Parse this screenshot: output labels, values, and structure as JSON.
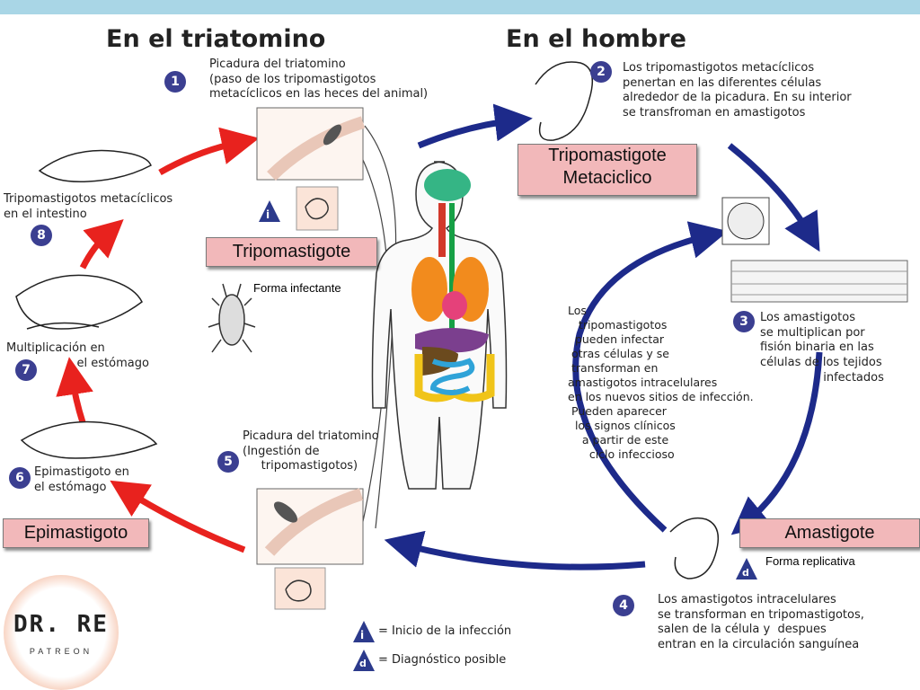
{
  "titles": {
    "vector": "En el triatomino",
    "human": "En el hombre"
  },
  "steps": [
    {
      "n": "1",
      "text": "Picadura del triatomino\n(paso de los tripomastigotos\nmetacíclicos en las heces del animal)"
    },
    {
      "n": "2",
      "text": "Los tripomastigotos metacíclicos\npenertan en las diferentes células\nalrededor de la picadura. En su interior\nse transfroman en amastigotos"
    },
    {
      "n": "3",
      "text": "Los amastigotos\nse multiplican por\nfisión binaria en las\ncélulas de los tejidos\n                 infectados"
    },
    {
      "n": "4",
      "text": "Los amastigotos intracelulares\nse transforman en tripomastigotos,\nsalen de la célula y  despues\nentran en la circulación sanguínea"
    },
    {
      "n": "5",
      "text": "Picadura del triatomino\n(Ingestión de\n     tripomastigotos)"
    },
    {
      "n": "6",
      "text": "Epimastigoto en\nel estómago"
    },
    {
      "n": "7",
      "text": "Multiplicación en\n                   el estómago"
    },
    {
      "n": "8",
      "text": "Tripomastigotos metacíclicos\nen el intestino"
    }
  ],
  "center_note": "Los\n   tripomastigotos\n  pueden infectar\n otras células y se\n transforman en\namastigotos intracelulares\nen los nuevos sitios de infección.\n Pueden aparecer\n  los signos clínicos\n    a partir de este\n      ciclo infeccioso",
  "labels": {
    "tripo_meta": "Tripomastigote\nMetaciclico",
    "tripo": "Tripomastigote",
    "forma_infectante": "Forma infectante",
    "epi": "Epimastigoto",
    "ama": "Amastigote",
    "forma_replicativa": "Forma replicativa"
  },
  "legend": {
    "i_symbol": "i",
    "d_symbol": "d",
    "inicio": "= Inicio de la infección",
    "diagnostico": "= Diagnóstico posible"
  },
  "logo": {
    "main": "DR. RE",
    "sub": "PATREON"
  },
  "colors": {
    "vector_arrows": "#e8221e",
    "human_arrows": "#1d2a8a",
    "label_box": "#f2b8ba",
    "step_badge": "#3b3f91",
    "top_bar": "#a9d6e6"
  }
}
